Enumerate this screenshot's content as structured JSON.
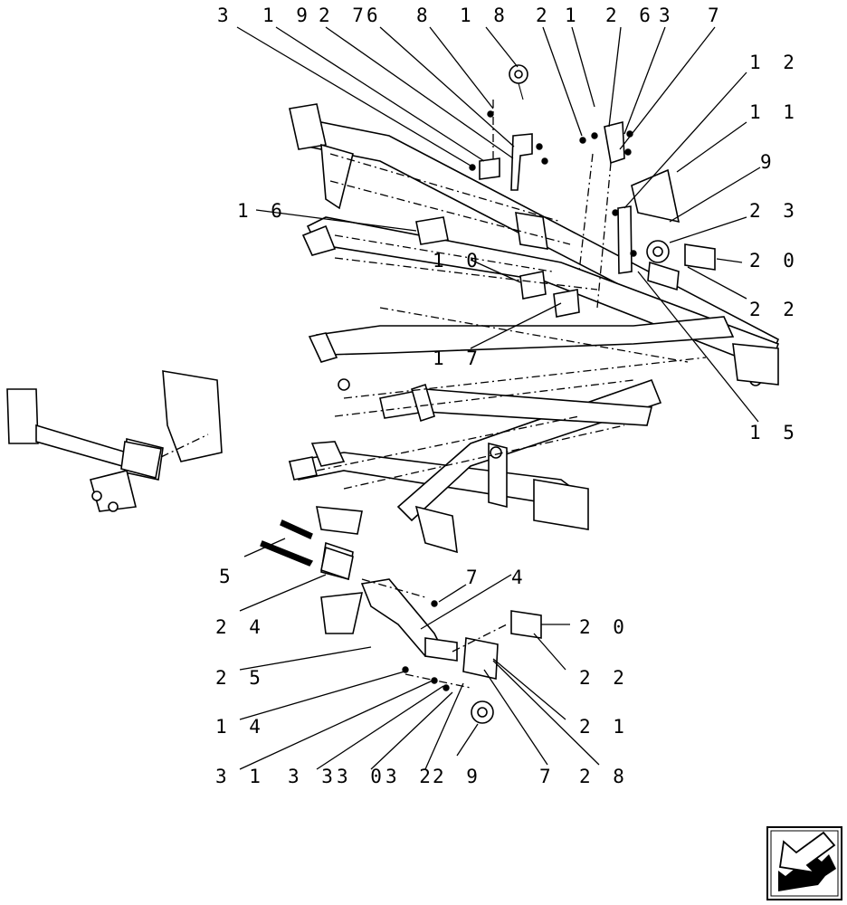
{
  "callouts": {
    "c3a": "3",
    "c19": "1 9",
    "c27": "2 7",
    "c6": "6",
    "c8": "8",
    "c18": "1 8",
    "c2": "2",
    "c1": "1",
    "c26": "2 6",
    "c3b": "3",
    "c7a": "7",
    "c12": "1 2",
    "c11": "1 1",
    "c9a": "9",
    "c23": "2 3",
    "c20a": "2 0",
    "c22a": "2 2",
    "c16": "1 6",
    "c10": "1 0",
    "c17": "1 7",
    "c15": "1 5",
    "c5": "5",
    "c24": "2 4",
    "c7b": "7",
    "c4": "4",
    "c25": "2 5",
    "c20b": "2 0",
    "c22b": "2 2",
    "c14": "1 4",
    "c21": "2 1",
    "c31": "3 1",
    "c33": "3 3",
    "c30": "3 0",
    "c32": "3 2",
    "c29": "2 9",
    "c7c": "7",
    "c28": "2 8"
  },
  "nav": {
    "icon": "arrow-left-icon"
  }
}
